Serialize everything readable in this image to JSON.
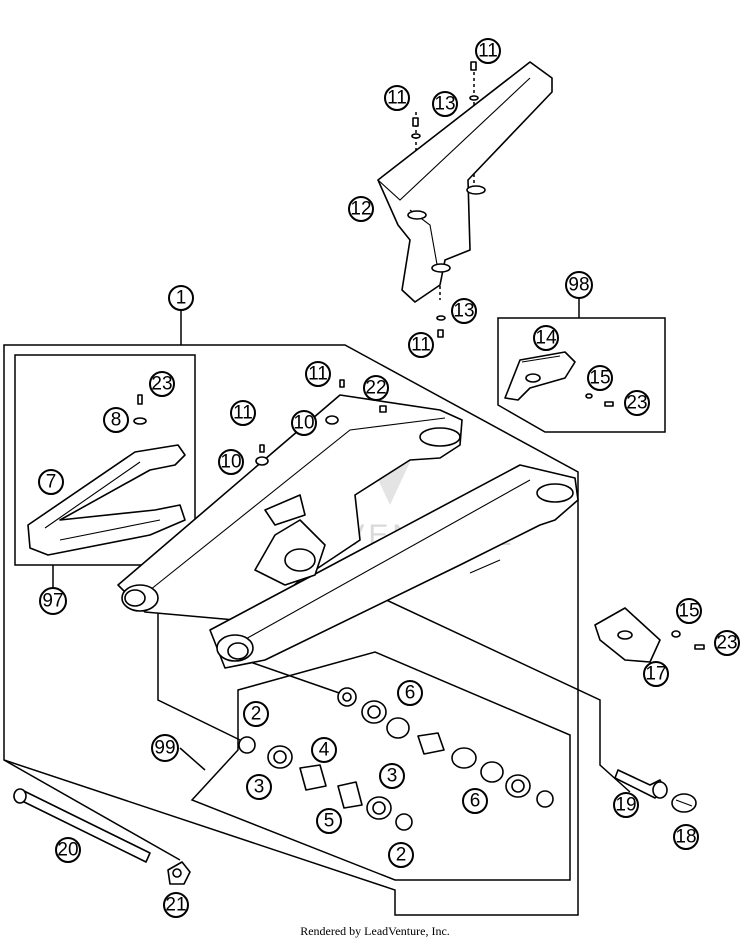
{
  "callouts": {
    "c1": "1",
    "c2a": "2",
    "c2b": "2",
    "c3a": "3",
    "c3b": "3",
    "c4": "4",
    "c5": "5",
    "c6a": "6",
    "c6b": "6",
    "c7": "7",
    "c8": "8",
    "c10a": "10",
    "c10b": "10",
    "c11a": "11",
    "c11b": "11",
    "c11c": "11",
    "c11d": "11",
    "c11e": "11",
    "c12": "12",
    "c13a": "13",
    "c13b": "13",
    "c14": "14",
    "c15a": "15",
    "c15b": "15",
    "c17": "17",
    "c18": "18",
    "c19": "19",
    "c20": "20",
    "c21": "21",
    "c22": "22",
    "c23a": "23",
    "c23b": "23",
    "c23c": "23",
    "c97": "97",
    "c98": "98",
    "c99": "99"
  },
  "watermark": "LEADVENTURE",
  "credit": "Rendered by LeadVenture, Inc."
}
